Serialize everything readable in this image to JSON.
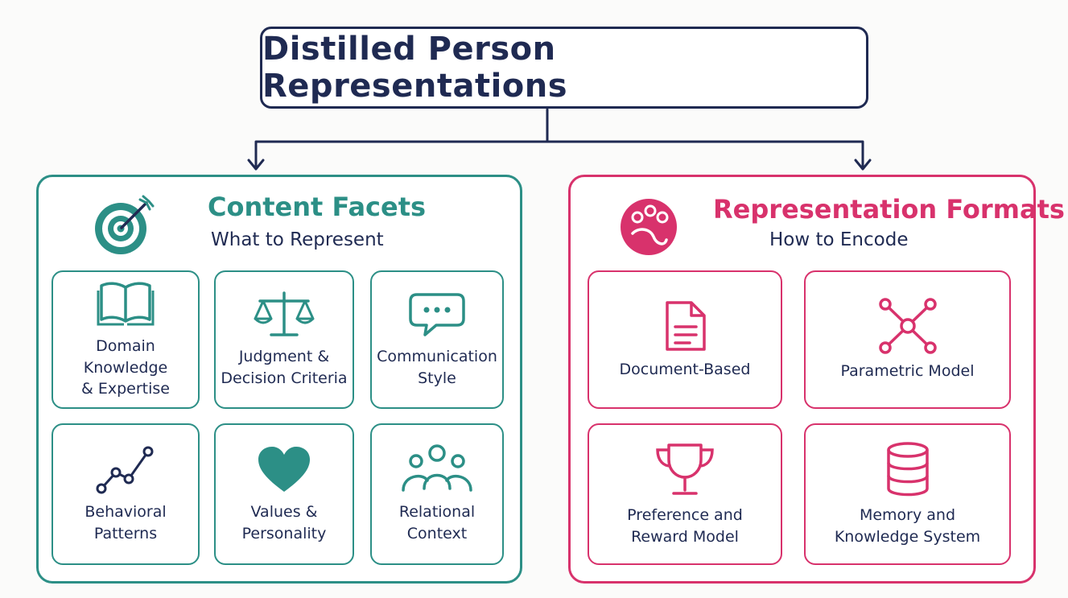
{
  "title": "Distilled Person Representations",
  "colors": {
    "navy": "#1f2a52",
    "teal": "#2c8f86",
    "pink": "#d8326c"
  },
  "left_panel": {
    "title": "Content Facets",
    "subtitle": "What to Represent",
    "icon": "target-icon",
    "cards": [
      {
        "label": "Domain Knowledge\n& Expertise",
        "icon": "open-book-icon"
      },
      {
        "label": "Judgment &\nDecision Criteria",
        "icon": "scales-icon"
      },
      {
        "label": "Communication\nStyle",
        "icon": "speech-bubble-icon"
      },
      {
        "label": "Behavioral\nPatterns",
        "icon": "trend-line-icon"
      },
      {
        "label": "Values &\nPersonality",
        "icon": "heart-icon"
      },
      {
        "label": "Relational\nContext",
        "icon": "people-group-icon"
      }
    ]
  },
  "right_panel": {
    "title": "Representation Formats",
    "subtitle": "How to Encode",
    "icon": "palette-icon",
    "cards": [
      {
        "label": "Document-Based",
        "icon": "document-icon"
      },
      {
        "label": "Parametric Model",
        "icon": "network-nodes-icon"
      },
      {
        "label": "Preference and\nReward Model",
        "icon": "trophy-icon"
      },
      {
        "label": "Memory and\nKnowledge System",
        "icon": "database-icon"
      }
    ]
  }
}
